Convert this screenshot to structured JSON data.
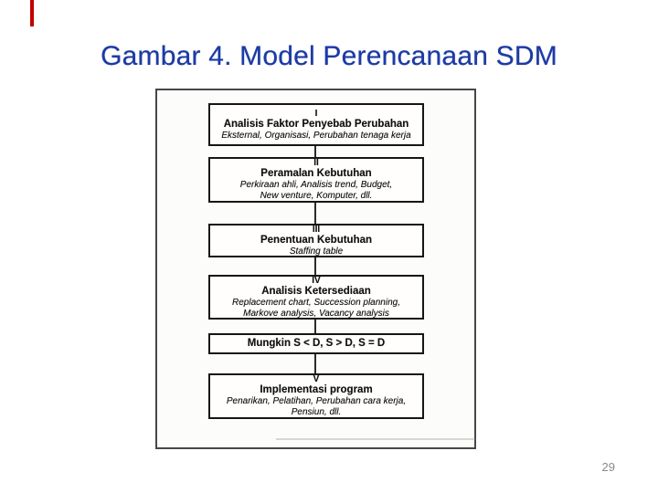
{
  "slide": {
    "title": "Gambar 4. Model Perencanaan SDM",
    "page_number": "29"
  },
  "colors": {
    "title_blue": "#1d3ba5",
    "accent_red": "#c00000",
    "page_number_gray": "#8a8a8a",
    "diagram_ink": "#101010",
    "diagram_border_gray": "#474747"
  },
  "diagram": {
    "type": "flowchart",
    "boxes": [
      {
        "numeral": "I",
        "title": "Analisis Faktor Penyebab Perubahan",
        "sub1": "Eksternal, Organisasi, Perubahan tenaga kerja"
      },
      {
        "numeral": "II",
        "title": "Peramalan Kebutuhan",
        "sub1": "Perkiraan ahli, Analisis trend, Budget,",
        "sub2": "New venture, Komputer, dll."
      },
      {
        "numeral": "III",
        "title": "Penentuan Kebutuhan",
        "sub1": "Staffing table"
      },
      {
        "numeral": "IV",
        "title": "Analisis Ketersediaan",
        "sub1": "Replacement chart, Succession planning,",
        "sub2": "Markove analysis, Vacancy analysis"
      },
      {
        "title": "Mungkin S < D, S > D, S = D"
      },
      {
        "numeral": "V",
        "title": "Implementasi program",
        "sub1": "Penarikan, Pelatihan, Perubahan cara kerja,",
        "sub2": "Pensiun, dll."
      }
    ]
  }
}
